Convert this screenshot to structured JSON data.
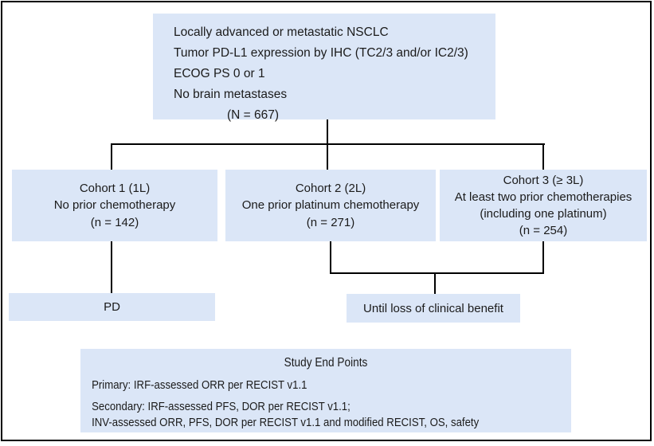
{
  "colors": {
    "box_fill": "#dbe6f7",
    "connector": "#000000",
    "border": "#000000",
    "text": "#1b1b1b"
  },
  "eligibility": {
    "line1": "Locally advanced or metastatic NSCLC",
    "line2": "Tumor PD-L1 expression by IHC (TC2/3 and/or IC2/3)",
    "line3": "ECOG PS 0 or 1",
    "line4": "No brain metastases",
    "n": "(N = 667)"
  },
  "cohort1": {
    "title": "Cohort 1 (1L)",
    "desc": "No prior chemotherapy",
    "n": "(n = 142)"
  },
  "cohort2": {
    "title": "Cohort 2 (2L)",
    "desc": "One prior platinum chemotherapy",
    "n": "(n = 271)"
  },
  "cohort3": {
    "title": "Cohort 3 (≥ 3L)",
    "desc": "At least two prior chemotherapies",
    "desc2": "(including one platinum)",
    "n": "(n = 254)"
  },
  "outcome_pd": "PD",
  "outcome_benefit": "Until loss of clinical benefit",
  "endpoints": {
    "title": "Study End Points",
    "primary": "Primary: IRF-assessed ORR per RECIST v1.1",
    "secondary_line1": "Secondary: IRF-assessed PFS, DOR per RECIST v1.1;",
    "secondary_line2": "INV-assessed ORR, PFS, DOR per RECIST v1.1 and modified RECIST, OS, safety"
  }
}
